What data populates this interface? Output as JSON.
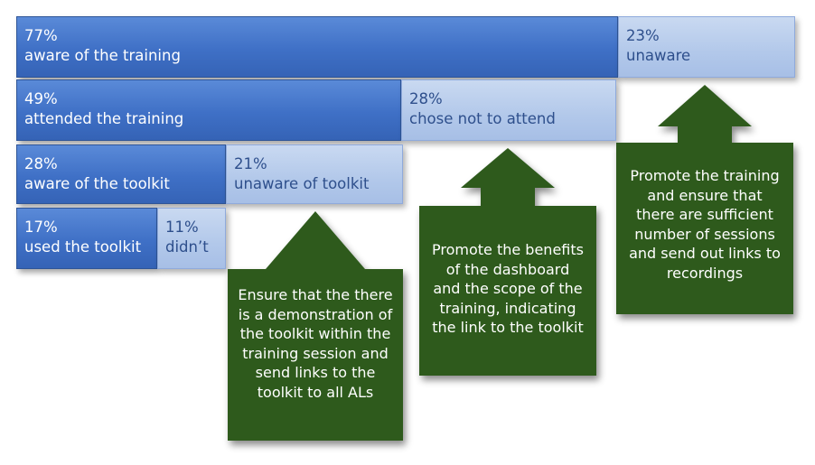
{
  "funnel": {
    "aware": {
      "percent": "77%",
      "label": "aware of the training"
    },
    "unaware": {
      "percent": "23%",
      "label": "unaware"
    },
    "attended": {
      "percent": "49%",
      "label": "attended the training"
    },
    "not_attended": {
      "percent": "28%",
      "label": "chose not to attend"
    },
    "toolkit_aware": {
      "percent": "28%",
      "label": "aware of the toolkit"
    },
    "toolkit_unaware": {
      "percent": "21%",
      "label": "unaware of toolkit"
    },
    "used": {
      "percent": "17%",
      "label": "used the toolkit"
    },
    "didnt": {
      "percent": "11%",
      "label": "didn’t"
    }
  },
  "callouts": {
    "toolkit": {
      "lines": [
        "Ensure that the there",
        "is a demonstration of",
        "the toolkit within the",
        "training session and",
        "send links to the",
        "toolkit to all ALs"
      ]
    },
    "attend": {
      "lines": [
        "Promote the benefits",
        "of the dashboard",
        "and the scope of the",
        "training, indicating",
        "the link to the toolkit"
      ]
    },
    "training": {
      "lines": [
        "Promote the training",
        "and ensure that",
        "there are sufficient",
        "number of sessions",
        "and send out links to",
        "recordings"
      ]
    }
  },
  "colors": {
    "dark_bar": "#3f70c6",
    "light_bar": "#b2c8ea",
    "callout_green": "#2d5a1e"
  }
}
